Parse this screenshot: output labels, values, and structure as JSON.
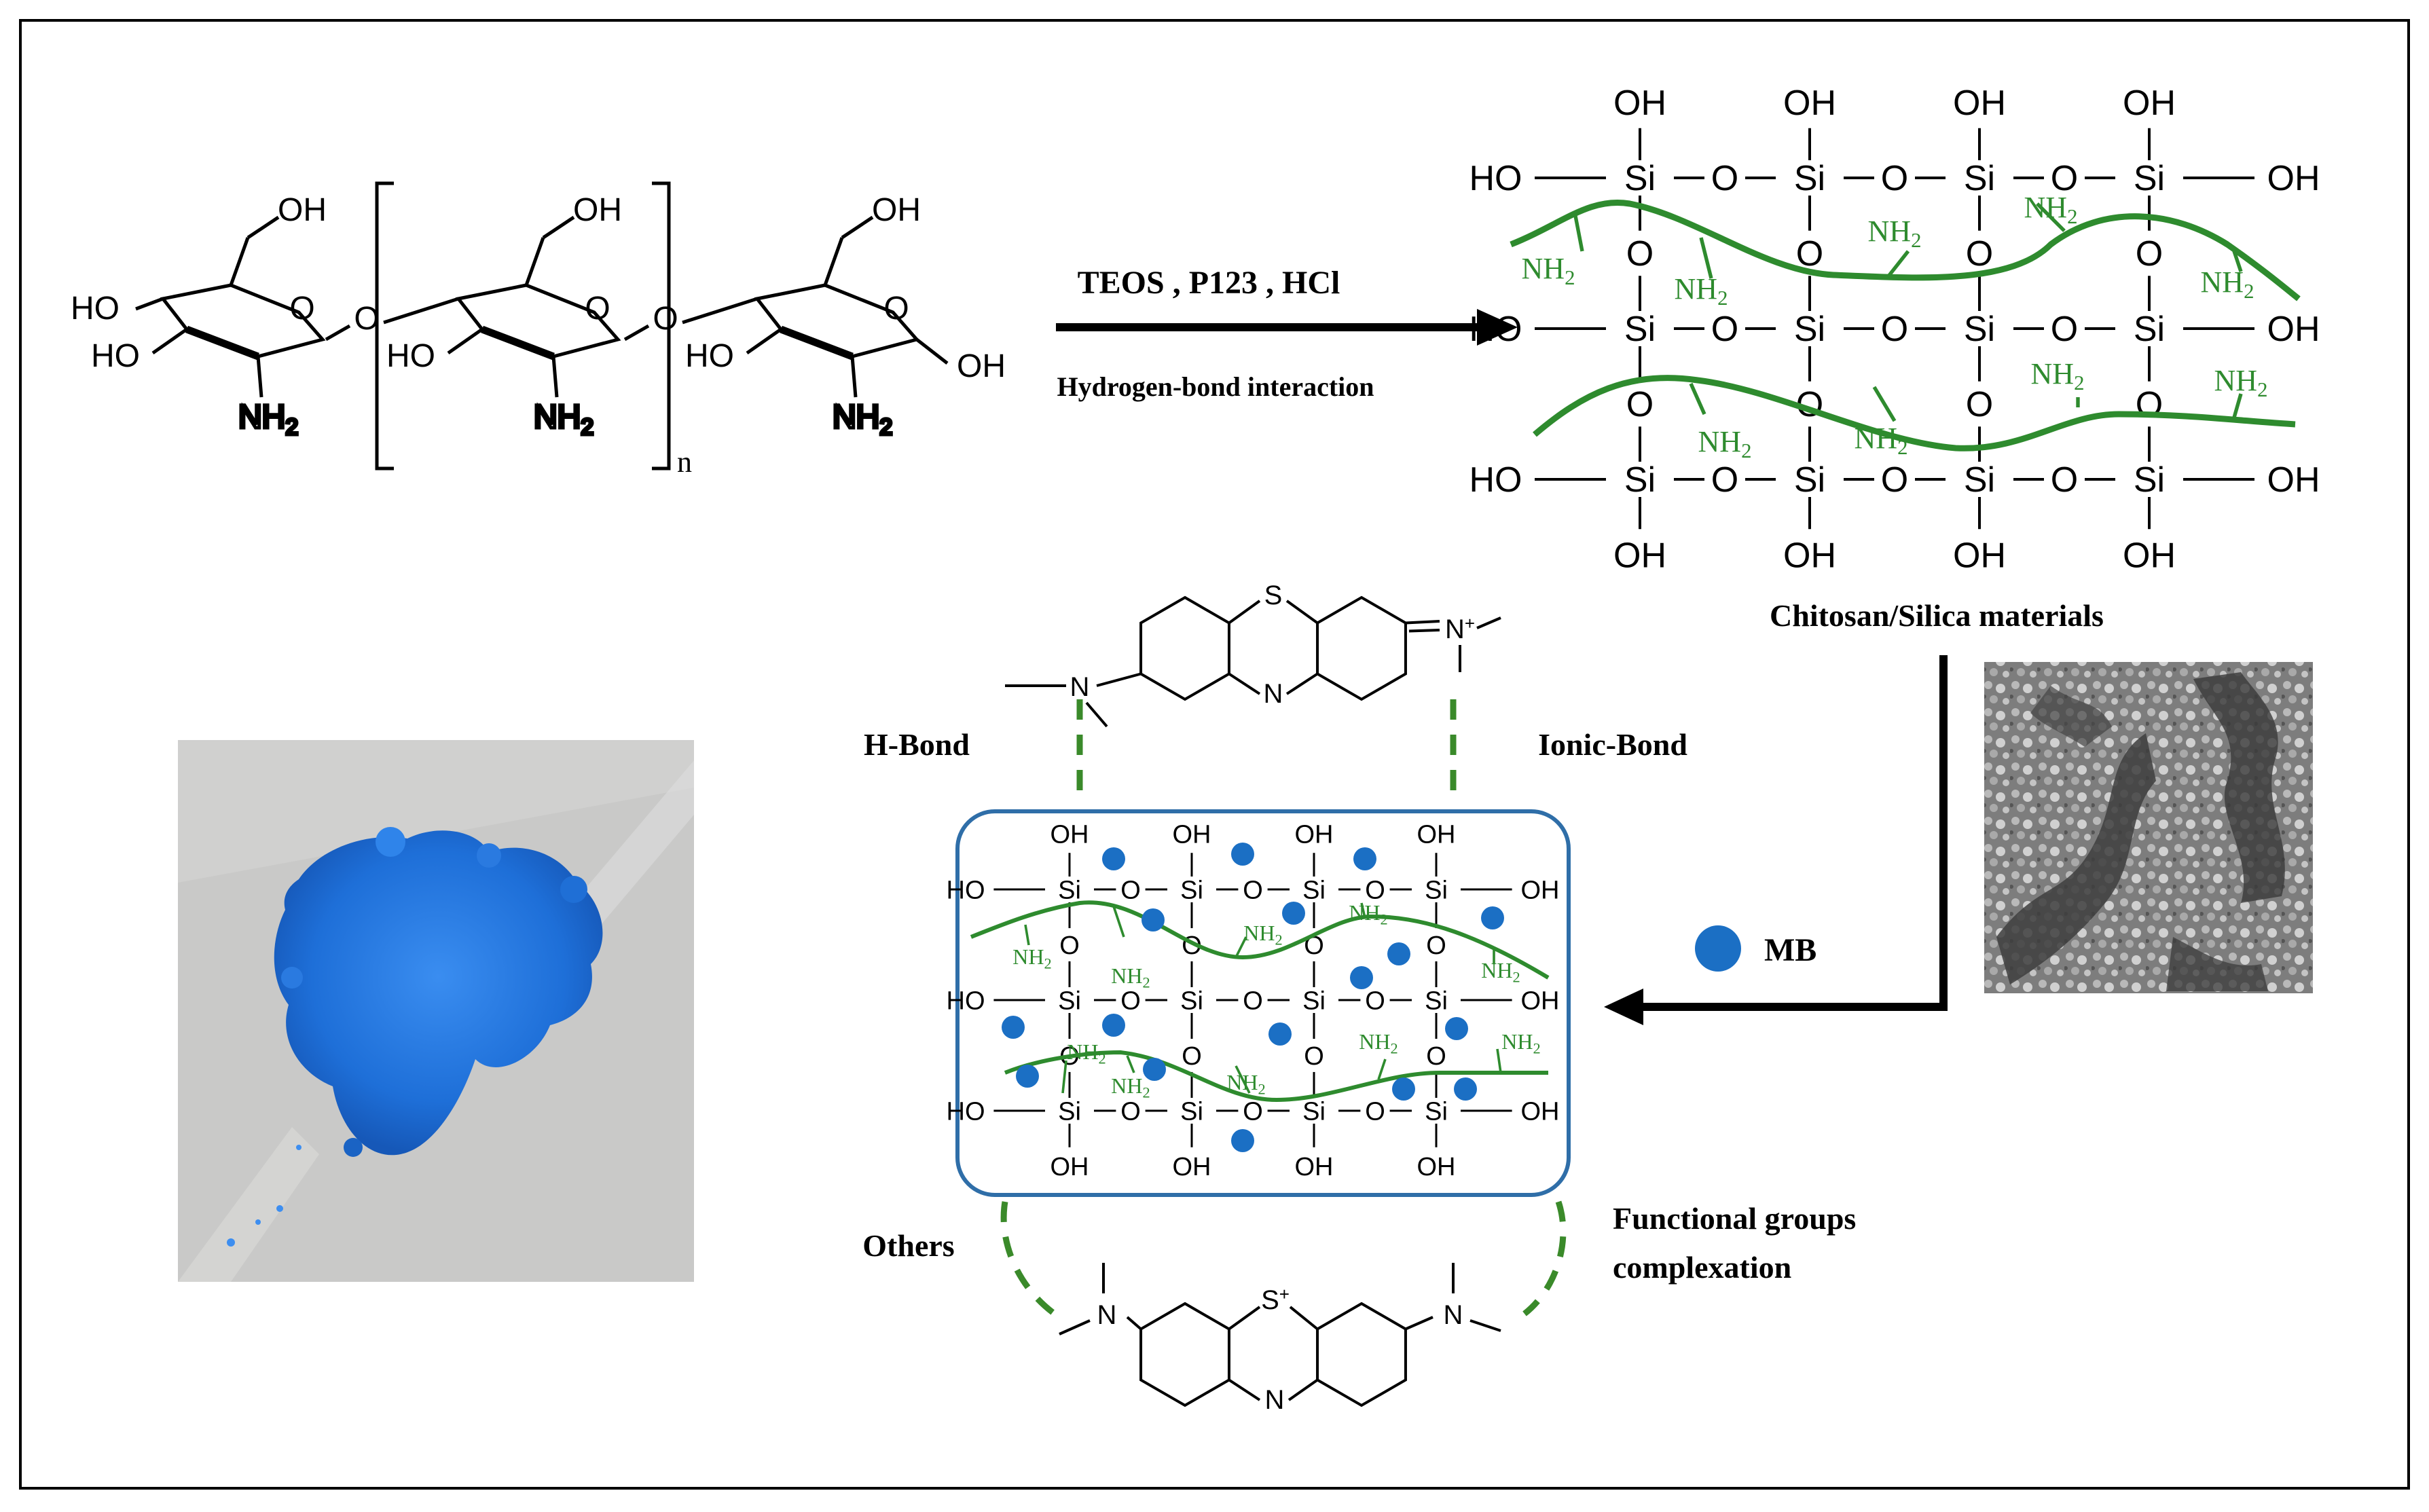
{
  "reaction": {
    "reagents": "TEOS , P123 , HCl",
    "interaction": "Hydrogen-bond interaction"
  },
  "chitosan": {
    "hydroxyl": "OH",
    "hydroxyl_left": "HO",
    "amine": "NH2",
    "ring_oxygen": "O",
    "bridge_oxygen": "O",
    "repeat_n": "n"
  },
  "silica": {
    "si": "Si",
    "o": "O",
    "oh": "OH",
    "ho": "HO",
    "nh2": "NH2",
    "product_label": "Chitosan/Silica materials"
  },
  "legend": {
    "mb_label": "MB"
  },
  "bonds": {
    "h_bond": "H-Bond",
    "ionic_bond": "Ionic-Bond",
    "others": "Others",
    "functional_line1": "Functional groups",
    "functional_line2": "complexation"
  },
  "methylene_blue": {
    "s": "S",
    "n": "N",
    "n_plus": "N+",
    "s_plus": "S+"
  },
  "colors": {
    "chitosan_chain": "#2e8b2e",
    "mb_dot": "#1b6fc4",
    "frame": "#2f6ea8",
    "dashed_bond": "#3a8a2a",
    "powder": "#1f6fd6",
    "sem_gray": "#8a8a8a"
  }
}
